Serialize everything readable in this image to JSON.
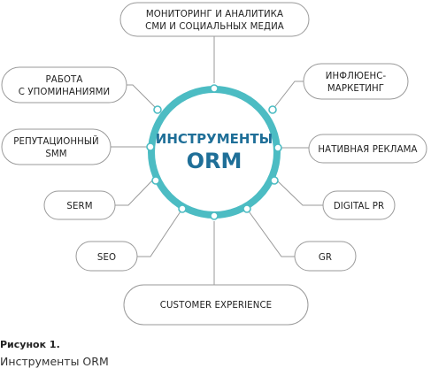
{
  "center": {
    "line1": "ИНСТРУМЕНТЫ",
    "line2": "ORM"
  },
  "nodes": [
    {
      "id": "monitoring",
      "lines": [
        "МОНИТОРИНГ И АНАЛИТИКА",
        "СМИ И СОЦИАЛЬНЫХ МЕДИА"
      ]
    },
    {
      "id": "mentions",
      "lines": [
        "РАБОТА",
        "С УПОМИНАНИЯМИ"
      ]
    },
    {
      "id": "influence",
      "lines": [
        "ИНФЛЮЕНС-",
        "МАРКЕТИНГ"
      ]
    },
    {
      "id": "smm",
      "lines": [
        "РЕПУТАЦИОННЫЙ",
        "SMM"
      ]
    },
    {
      "id": "native",
      "lines": [
        "НАТИВНАЯ РЕКЛАМА"
      ]
    },
    {
      "id": "serm",
      "lines": [
        "SERM"
      ]
    },
    {
      "id": "digital-pr",
      "lines": [
        "DIGITAL PR"
      ]
    },
    {
      "id": "seo",
      "lines": [
        "SEO"
      ]
    },
    {
      "id": "gr",
      "lines": [
        "GR"
      ]
    },
    {
      "id": "cx",
      "lines": [
        "CUSTOMER EXPERIENCE"
      ]
    }
  ],
  "caption": {
    "label": "Рисунок 1.",
    "text": "Инструменты ORM"
  },
  "colors": {
    "ring": "#4cbcc3",
    "center_text": "#1f6f98",
    "box_border": "#9a9a9a"
  }
}
